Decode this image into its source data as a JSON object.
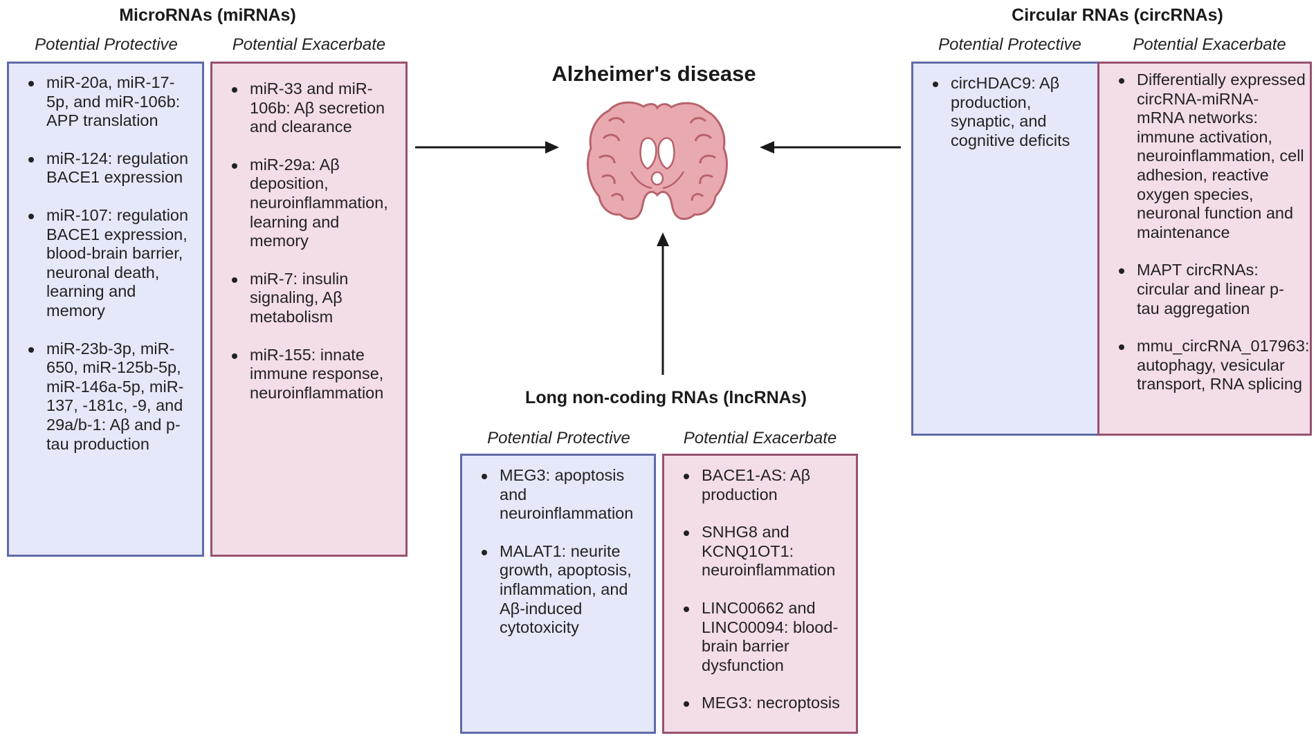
{
  "center": {
    "title": "Alzheimer's disease"
  },
  "mirna": {
    "title": "MicroRNAs (miRNAs)",
    "protective": {
      "heading": "Potential Protective",
      "items": [
        "miR-20a, miR-17-5p, and miR-106b: APP translation",
        "miR-124: regulation BACE1 expression",
        "miR-107: regulation BACE1 expression, blood-brain barrier, neuronal death, learning and memory",
        "miR-23b-3p, miR-650, miR-125b-5p, miR-146a-5p, miR-137, -181c, -9, and 29a/b-1: Aβ and p-tau production"
      ]
    },
    "exacerbate": {
      "heading": "Potential Exacerbate",
      "items": [
        "miR-33 and miR-106b: Aβ secretion and clearance",
        "miR-29a: Aβ deposition, neuroinflammation, learning and memory",
        "miR-7: insulin signaling, Aβ metabolism",
        "miR-155: innate immune response, neuroinflammation"
      ]
    }
  },
  "circrna": {
    "title": "Circular RNAs (circRNAs)",
    "protective": {
      "heading": "Potential Protective",
      "items": [
        "circHDAC9: Aβ production, synaptic, and cognitive deficits"
      ]
    },
    "exacerbate": {
      "heading": "Potential Exacerbate",
      "items": [
        "Differentially expressed circRNA-miRNA-mRNA networks: immune activation, neuroinflammation, cell adhesion, reactive oxygen species, neuronal function and maintenance",
        "MAPT circRNAs: circular and linear p-tau aggregation",
        "mmu_circRNA_017963: autophagy, vesicular transport, RNA splicing"
      ]
    }
  },
  "lncrna": {
    "title": "Long non-coding RNAs (lncRNAs)",
    "protective": {
      "heading": "Potential Protective",
      "items": [
        "MEG3: apoptosis and neuroinflammation",
        "MALAT1: neurite growth, apoptosis, inflammation, and Aβ-induced cytotoxicity"
      ]
    },
    "exacerbate": {
      "heading": "Potential Exacerbate",
      "items": [
        "BACE1-AS: Aβ production",
        "SNHG8 and KCNQ1OT1: neuroinflammation",
        "LINC00662 and LINC00094: blood-brain barrier dysfunction",
        "MEG3: necroptosis"
      ]
    }
  },
  "colors": {
    "protective_fill": "#e5e8f8",
    "protective_border": "#5f6aa8",
    "exacerbate_fill": "#f3dde8",
    "exacerbate_border": "#98506e",
    "brain_fill": "#e9a9b0",
    "brain_outline": "#b8626c"
  },
  "icons": {
    "center": "brain-coronal-section-icon",
    "arrows": "arrow-icon"
  }
}
